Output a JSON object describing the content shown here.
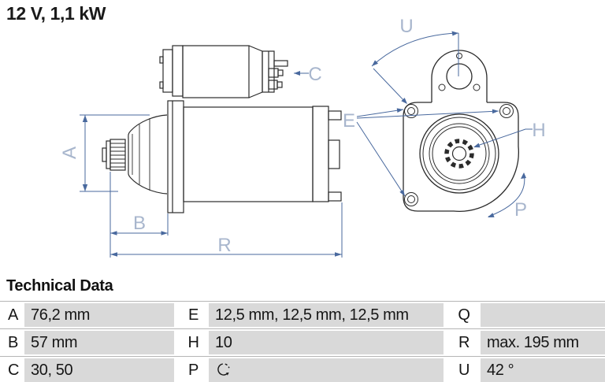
{
  "title": "12 V, 1,1 kW",
  "diagram": {
    "labels": {
      "a": "A",
      "b": "B",
      "c": "C",
      "e": "E",
      "h": "H",
      "p": "P",
      "r": "R",
      "u": "U"
    },
    "colors": {
      "dimension_line": "#49699e",
      "dimension_label": "#a8b6cd",
      "outline": "#2b2b2b"
    }
  },
  "table": {
    "heading": "Technical Data",
    "row_background": "#d9d9d9",
    "rows": [
      [
        {
          "key": "A",
          "value": "76,2 mm"
        },
        {
          "key": "E",
          "value": "12,5 mm, 12,5 mm, 12,5 mm"
        },
        {
          "key": "Q",
          "value": ""
        }
      ],
      [
        {
          "key": "B",
          "value": "57 mm"
        },
        {
          "key": "H",
          "value": "10"
        },
        {
          "key": "R",
          "value": "max. 195 mm"
        }
      ],
      [
        {
          "key": "C",
          "value": "30, 50"
        },
        {
          "key": "P",
          "value": "",
          "icon": "rotation-clockwise-icon"
        },
        {
          "key": "U",
          "value": "42 °"
        }
      ]
    ]
  }
}
